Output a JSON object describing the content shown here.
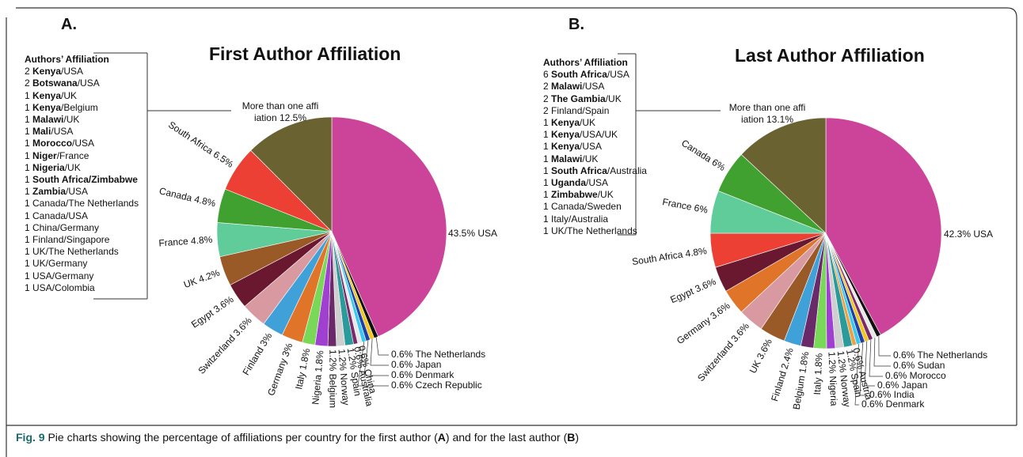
{
  "panel_a_letter": "A.",
  "panel_b_letter": "B.",
  "caption": {
    "label": "Fig. 9",
    "parts": [
      " Pie charts showing the percentage of affiliations per country for the first author (",
      "A",
      ") and for the last author (",
      "B",
      ")"
    ]
  },
  "affiliations_a": {
    "header": "Authors’ Affiliation",
    "items": [
      {
        "n": "2",
        "bold": "Kenya",
        "rest": "/USA"
      },
      {
        "n": "2",
        "bold": "Botswana",
        "rest": "/USA"
      },
      {
        "n": "1",
        "bold": "Kenya",
        "rest": "/UK"
      },
      {
        "n": "1",
        "bold": "Kenya",
        "rest": "/Belgium"
      },
      {
        "n": "1",
        "bold": "Malawi",
        "rest": "/UK"
      },
      {
        "n": "1",
        "bold": "Mali",
        "rest": "/USA"
      },
      {
        "n": "1",
        "bold": "Morocco",
        "rest": "/USA"
      },
      {
        "n": "1",
        "bold": "Niger",
        "rest": "/France"
      },
      {
        "n": "1",
        "bold": "Nigeria",
        "rest": "/UK"
      },
      {
        "n": "1",
        "bold": "South Africa/Zimbabwe",
        "rest": ""
      },
      {
        "n": "1",
        "bold": "Zambia",
        "rest": "/USA"
      },
      {
        "n": "1",
        "bold": "",
        "rest": "Canada/The Netherlands"
      },
      {
        "n": "1",
        "bold": "",
        "rest": "Canada/USA"
      },
      {
        "n": "1",
        "bold": "",
        "rest": "China/Germany"
      },
      {
        "n": "1",
        "bold": "",
        "rest": "Finland/Singapore"
      },
      {
        "n": "1",
        "bold": "",
        "rest": "UK/The Netherlands"
      },
      {
        "n": "1",
        "bold": "",
        "rest": "UK/Germany"
      },
      {
        "n": "1",
        "bold": "",
        "rest": "USA/Germany"
      },
      {
        "n": "1",
        "bold": "",
        "rest": "USA/Colombia"
      }
    ]
  },
  "affiliations_b": {
    "header": "Authors’ Affiliation",
    "items": [
      {
        "n": "6",
        "bold": "South Africa",
        "rest": "/USA"
      },
      {
        "n": "2",
        "bold": "Malawi",
        "rest": "/USA"
      },
      {
        "n": "2",
        "bold": "The Gambia",
        "rest": "/UK"
      },
      {
        "n": "2",
        "bold": "",
        "rest": "Finland/Spain"
      },
      {
        "n": "1",
        "bold": "Kenya",
        "rest": "/UK"
      },
      {
        "n": "1",
        "bold": "Kenya",
        "rest": "/USA/UK"
      },
      {
        "n": "1",
        "bold": "Kenya",
        "rest": "/USA"
      },
      {
        "n": "1",
        "bold": "Malawi",
        "rest": "/UK"
      },
      {
        "n": "1",
        "bold": "South Africa",
        "rest": "/Australia"
      },
      {
        "n": "1",
        "bold": "Uganda",
        "rest": "/USA"
      },
      {
        "n": "1",
        "bold": "Zimbabwe",
        "rest": "/UK"
      },
      {
        "n": "1",
        "bold": "",
        "rest": "Canada/Sweden"
      },
      {
        "n": "1",
        "bold": "",
        "rest": "Italy/Australia"
      },
      {
        "n": "1",
        "bold": "",
        "rest": "UK/The Netherlands"
      }
    ]
  },
  "chart_data": [
    {
      "type": "pie",
      "title": "First Author Affiliation",
      "slices": [
        {
          "name": "USA",
          "value": 43.5,
          "label": "43.5% USA",
          "color": "#cc4499"
        },
        {
          "name": "The Netherlands",
          "value": 0.6,
          "label": "0.6% The Netherlands",
          "color": "#111111"
        },
        {
          "name": "Japan",
          "value": 0.6,
          "label": "0.6% Japan",
          "color": "#f2c81f"
        },
        {
          "name": "Denmark",
          "value": 0.6,
          "label": "0.6% Denmark",
          "color": "#1f3ea8"
        },
        {
          "name": "Czech Republic",
          "value": 0.6,
          "label": "0.6% Czech Republic",
          "color": "#38c8f0"
        },
        {
          "name": "China",
          "value": 0.6,
          "label": "0.6% China",
          "color": "#e8e8e8"
        },
        {
          "name": "Australia",
          "value": 0.6,
          "label": "0.6% Australia",
          "color": "#7a2a6a"
        },
        {
          "name": "Spain",
          "value": 1.2,
          "label": "1.2% Spain",
          "color": "#2a9a9a"
        },
        {
          "name": "Norway",
          "value": 1.2,
          "label": "1.2% Norway",
          "color": "#cfcfcf"
        },
        {
          "name": "Belgium",
          "value": 1.2,
          "label": "1.2% Belgium",
          "color": "#6a2a6a"
        },
        {
          "name": "Nigeria",
          "value": 1.8,
          "label": "Nigeria 1.8%",
          "color": "#a040d0"
        },
        {
          "name": "Italy",
          "value": 1.8,
          "label": "Italy 1.8%",
          "color": "#7ad858"
        },
        {
          "name": "Germany",
          "value": 3.0,
          "label": "Germany 3%",
          "color": "#e07428"
        },
        {
          "name": "Finland",
          "value": 3.0,
          "label": "Finland 3%",
          "color": "#40a0d8"
        },
        {
          "name": "Switzerland",
          "value": 3.6,
          "label": "Switzerland 3.6%",
          "color": "#d89aa0"
        },
        {
          "name": "Egypt",
          "value": 3.6,
          "label": "Egypt 3.6%",
          "color": "#6a1830"
        },
        {
          "name": "UK",
          "value": 4.2,
          "label": "UK 4.2%",
          "color": "#9a5a28"
        },
        {
          "name": "France",
          "value": 4.8,
          "label": "France 4.8%",
          "color": "#60cc9a"
        },
        {
          "name": "Canada",
          "value": 4.8,
          "label": "Canada 4.8%",
          "color": "#40a030"
        },
        {
          "name": "South Africa",
          "value": 6.5,
          "label": "South Africa 6.5%",
          "color": "#ec4034"
        },
        {
          "name": "More than one affiliation",
          "value": 12.5,
          "label": "More than one affiliation 12.5%",
          "color": "#6a6230"
        }
      ]
    },
    {
      "type": "pie",
      "title": "Last Author Affiliation",
      "slices": [
        {
          "name": "USA",
          "value": 42.3,
          "label": "42.3% USA",
          "color": "#cc4499"
        },
        {
          "name": "The Netherlands",
          "value": 0.6,
          "label": "0.6% The Netherlands",
          "color": "#111111"
        },
        {
          "name": "Sudan",
          "value": 0.6,
          "label": "0.6% Sudan",
          "color": "#e8e8e8"
        },
        {
          "name": "Morocco",
          "value": 0.6,
          "label": "0.6% Morocco",
          "color": "#7a2a6a"
        },
        {
          "name": "Japan",
          "value": 0.6,
          "label": "0.6% Japan",
          "color": "#f2c81f"
        },
        {
          "name": "India",
          "value": 0.6,
          "label": "0.6% India",
          "color": "#1f3ea8"
        },
        {
          "name": "Denmark",
          "value": 0.6,
          "label": "0.6% Denmark",
          "color": "#38c8f0"
        },
        {
          "name": "Austria",
          "value": 0.6,
          "label": "0.6% Austria",
          "color": "#f0a040"
        },
        {
          "name": "Spain",
          "value": 1.2,
          "label": "1.2% Spain",
          "color": "#2a9a9a"
        },
        {
          "name": "Norway",
          "value": 1.2,
          "label": "1.2% Norway",
          "color": "#cfcfcf"
        },
        {
          "name": "Nigeria",
          "value": 1.2,
          "label": "1.2% Nigeria",
          "color": "#a040d0"
        },
        {
          "name": "Italy",
          "value": 1.8,
          "label": "Italy 1.8%",
          "color": "#7ad858"
        },
        {
          "name": "Belgium",
          "value": 1.8,
          "label": "Belgium 1.8%",
          "color": "#6a2a6a"
        },
        {
          "name": "Finland",
          "value": 2.4,
          "label": "Finland 2.4%",
          "color": "#40a0d8"
        },
        {
          "name": "UK",
          "value": 3.6,
          "label": "UK 3.6%",
          "color": "#9a5a28"
        },
        {
          "name": "Switzerland",
          "value": 3.6,
          "label": "Switzerland 3.6%",
          "color": "#d89aa0"
        },
        {
          "name": "Germany",
          "value": 3.6,
          "label": "Germany 3.6%",
          "color": "#e07428"
        },
        {
          "name": "Egypt",
          "value": 3.6,
          "label": "Egypt 3.6%",
          "color": "#6a1830"
        },
        {
          "name": "South Africa",
          "value": 4.8,
          "label": "South Africa 4.8%",
          "color": "#ec4034"
        },
        {
          "name": "France",
          "value": 6.0,
          "label": "France 6%",
          "color": "#60cc9a"
        },
        {
          "name": "Canada",
          "value": 6.0,
          "label": "Canada 6%",
          "color": "#40a030"
        },
        {
          "name": "More than one affiliation",
          "value": 13.1,
          "label": "More than one affiliation 13.1%",
          "color": "#6a6230"
        }
      ]
    }
  ]
}
